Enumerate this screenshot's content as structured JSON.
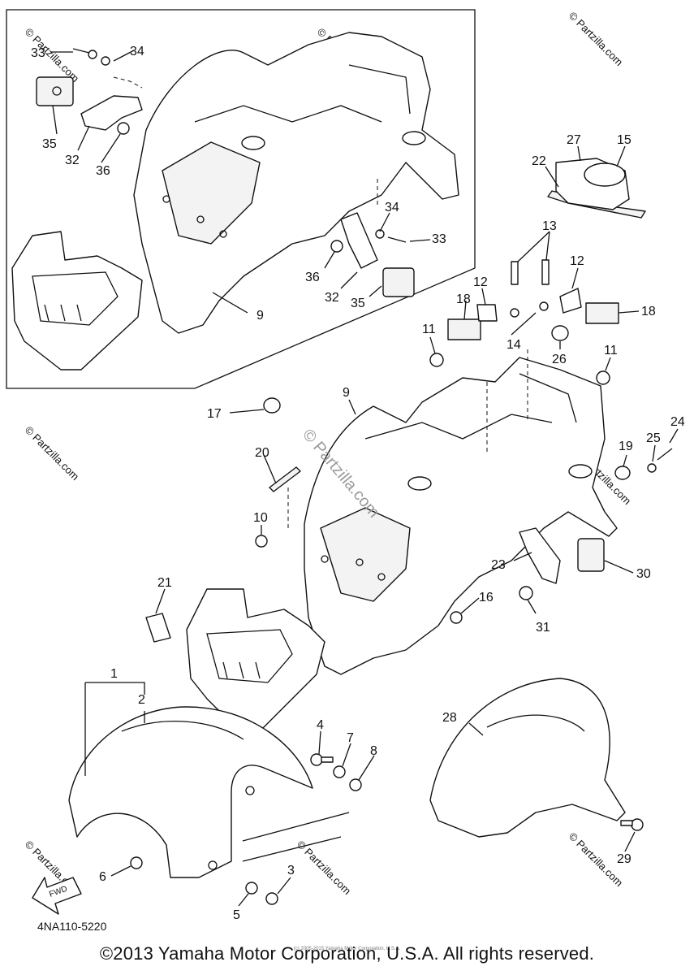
{
  "callouts": [
    {
      "n": "33"
    },
    {
      "n": "34"
    },
    {
      "n": "35"
    },
    {
      "n": "32"
    },
    {
      "n": "36"
    },
    {
      "n": "9"
    },
    {
      "n": "34"
    },
    {
      "n": "33"
    },
    {
      "n": "36"
    },
    {
      "n": "32"
    },
    {
      "n": "35"
    },
    {
      "n": "27"
    },
    {
      "n": "15"
    },
    {
      "n": "22"
    },
    {
      "n": "13"
    },
    {
      "n": "12"
    },
    {
      "n": "12"
    },
    {
      "n": "18"
    },
    {
      "n": "18"
    },
    {
      "n": "11"
    },
    {
      "n": "14"
    },
    {
      "n": "26"
    },
    {
      "n": "11"
    },
    {
      "n": "9"
    },
    {
      "n": "17"
    },
    {
      "n": "24"
    },
    {
      "n": "25"
    },
    {
      "n": "19"
    },
    {
      "n": "20"
    },
    {
      "n": "10"
    },
    {
      "n": "23"
    },
    {
      "n": "30"
    },
    {
      "n": "21"
    },
    {
      "n": "16"
    },
    {
      "n": "31"
    },
    {
      "n": "1"
    },
    {
      "n": "2"
    },
    {
      "n": "28"
    },
    {
      "n": "4"
    },
    {
      "n": "7"
    },
    {
      "n": "8"
    },
    {
      "n": "6"
    },
    {
      "n": "3"
    },
    {
      "n": "5"
    },
    {
      "n": "29"
    }
  ],
  "fwd_label": "FWD",
  "diagram_code": "4NA110-5220",
  "center_watermark": "© Partzilla.com",
  "corner_watermark": "© Partzilla.com",
  "fine_print": "(c) 2005-2015 Yamaha Motor Corporation, U.S.A.",
  "copyright": "©2013 Yamaha Motor Corporation, U.S.A. All rights reserved."
}
